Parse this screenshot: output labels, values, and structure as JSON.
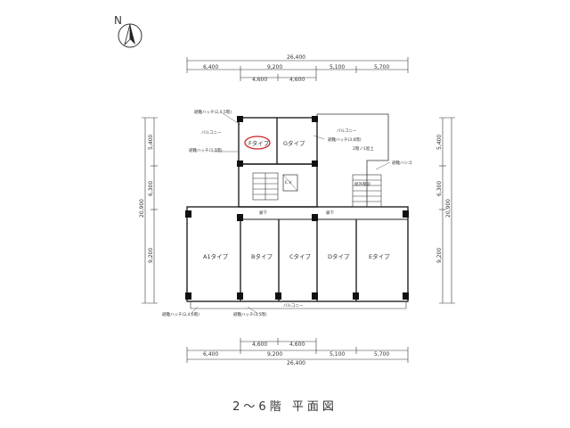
{
  "plan": {
    "caption": "2～6階 平面図",
    "north": "N",
    "colors": {
      "line": "#333333",
      "highlight": "#cc2222",
      "background": "#ffffff"
    },
    "dims": {
      "top_total": "26,400",
      "top_row": [
        "6,400",
        "9,200",
        "5,100",
        "5,700"
      ],
      "top_sub": [
        "4,600",
        "4,600"
      ],
      "bottom_sub": [
        "4,600",
        "4,600"
      ],
      "bottom_row": [
        "6,400",
        "9,200",
        "5,100",
        "5,700"
      ],
      "bottom_total": "26,400",
      "left_total": "20,900",
      "left_parts": [
        "5,400",
        "6,300",
        "9,200"
      ],
      "right_total": "20,900",
      "right_parts": [
        "5,400",
        "6,300",
        "9,200"
      ]
    },
    "units": {
      "f": "Fタイプ",
      "g": "Gタイプ",
      "a1": "A1タイプ",
      "b": "Bタイプ",
      "c": "Cタイプ",
      "d": "Dタイプ",
      "e": "Eタイプ"
    },
    "labels": {
      "balcony_f": "バルコニー",
      "balcony_g": "バルコニー",
      "balcony_bottom": "バルコニー",
      "corridor_left": "廊下",
      "corridor_right": "廊下",
      "elevator": "E.V",
      "roof": "2階ノ1屋上",
      "hatch_top_left": "避難ハッチ(2,4,5階)",
      "hatch_left_mid": "避難ハッチ(3,5階)",
      "hatch_top_right": "避難ハッチ(3,6階)",
      "hatch_bottom_left": "避難ハッチ(2,4,6階)",
      "hatch_bottom_mid": "避難ハッチ(3,5階)",
      "stairs_right": "屋外階段",
      "emergency_note": "避難ハシゴ"
    }
  }
}
